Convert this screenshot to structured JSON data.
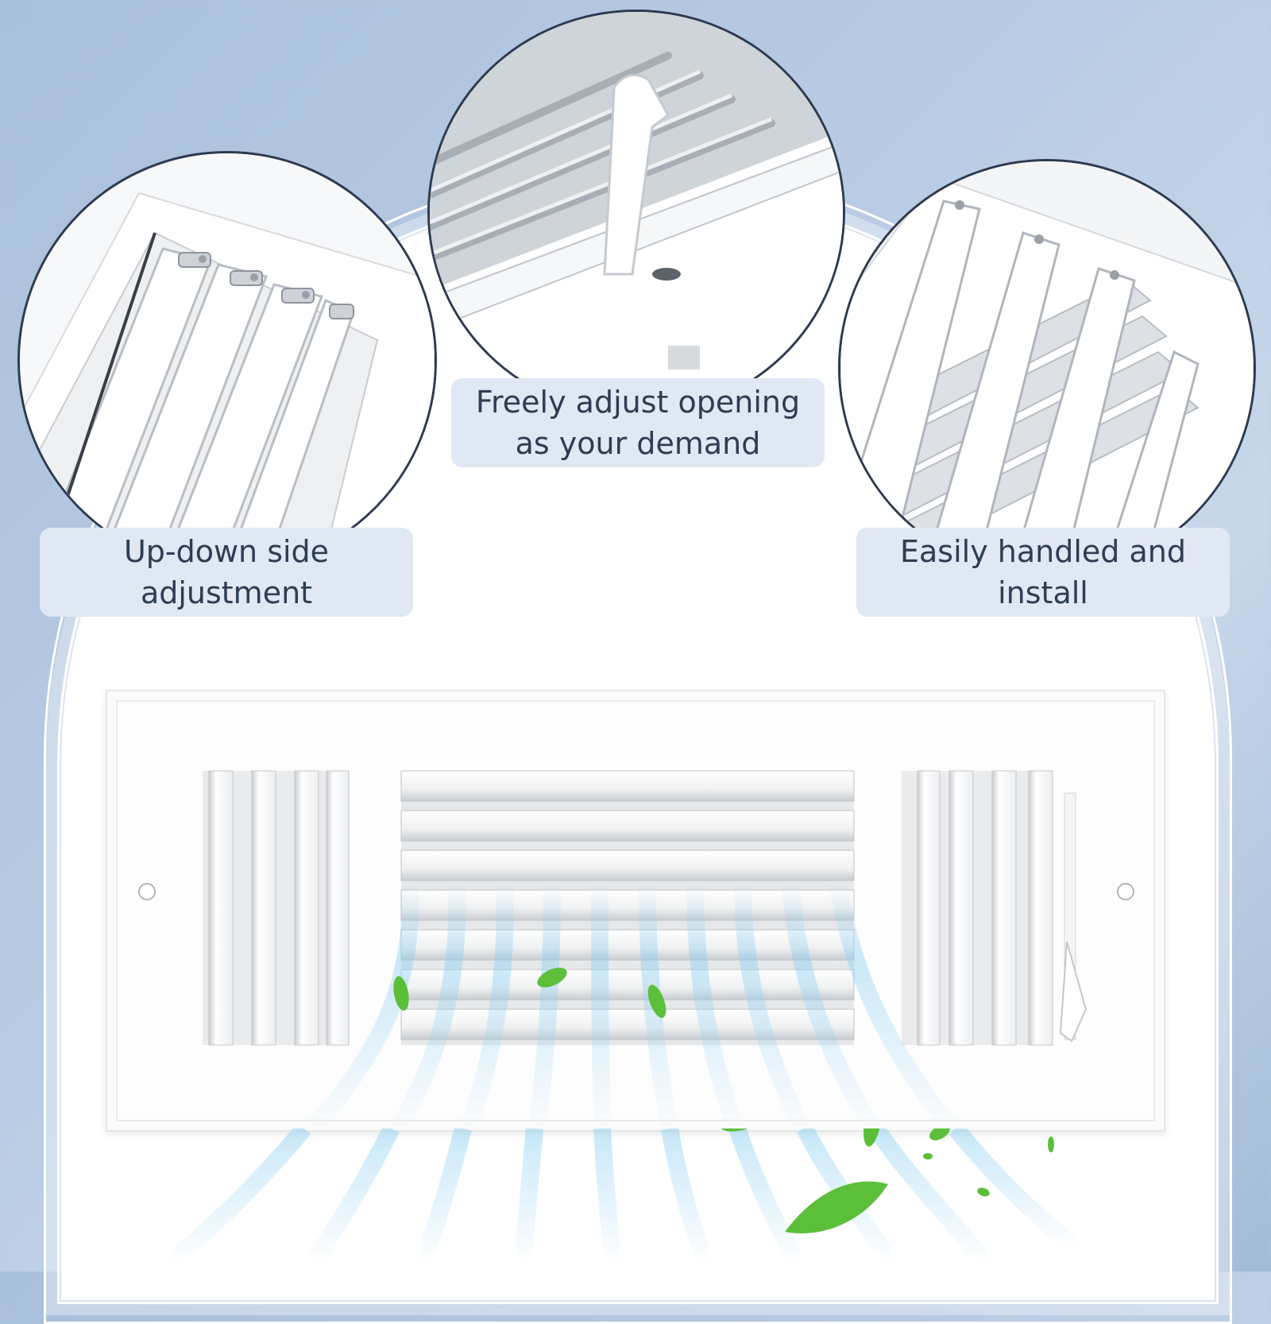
{
  "features": {
    "left": {
      "line1": "Up-down side",
      "line2": "adjustment"
    },
    "middle": {
      "line1": "Freely adjust opening",
      "line2": "as your demand"
    },
    "right": {
      "line1": "Easily handled and",
      "line2": "install"
    }
  },
  "icons": [
    "grille-photo",
    "louver-detail",
    "damper-lever",
    "airflow",
    "leaf-icon"
  ],
  "colors": {
    "background": "#b8cbe3",
    "label_bg": "#e0e8f3",
    "label_text": "#2e3d52",
    "circle_border": "#2d3a4f",
    "airflow": "#8fd0f2",
    "leaf": "#5bbf3a"
  }
}
